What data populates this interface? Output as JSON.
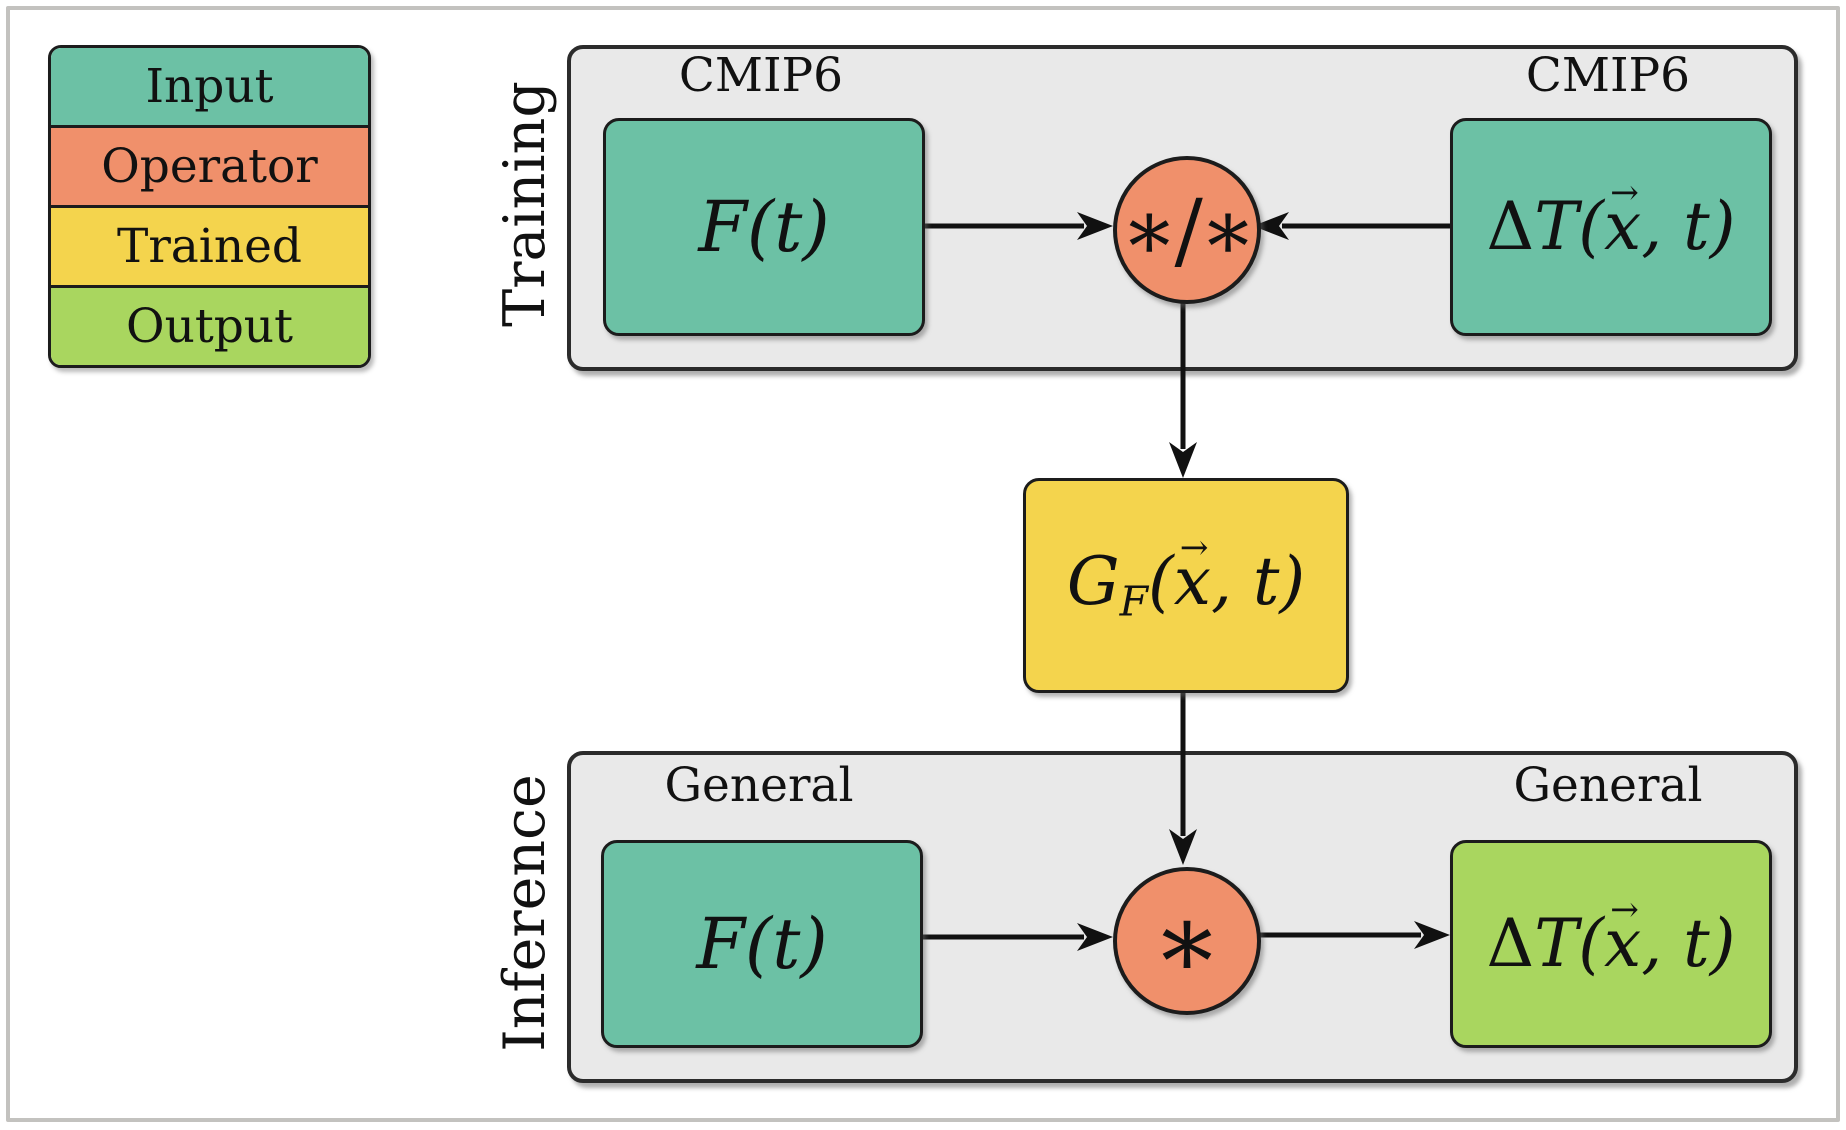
{
  "palette": {
    "input_teal": "#6CC1A5",
    "operator_orange": "#F0906B",
    "trained_yellow": "#F4D44D",
    "output_green": "#A9D65F",
    "panel_gray": "#E9E9E9",
    "arrow_black": "#111111"
  },
  "legend": {
    "items": [
      {
        "label": "Input"
      },
      {
        "label": "Operator"
      },
      {
        "label": "Trained"
      },
      {
        "label": "Output"
      }
    ]
  },
  "training": {
    "section_label": "Training",
    "left_tag": "CMIP6",
    "left_math": "F(t)",
    "operator_symbol": "∗/∗",
    "right_tag": "CMIP6",
    "right_delta": "Δ",
    "right_math": "T(x⃗, t)"
  },
  "trained_operator": {
    "base": "G",
    "sub": "F",
    "args": "(x⃗, t)"
  },
  "inference": {
    "section_label": "Inference",
    "left_tag": "General",
    "left_math": "F(t)",
    "operator_symbol": "∗",
    "right_tag": "General",
    "right_delta": "Δ",
    "right_math": "T(x⃗, t)"
  }
}
